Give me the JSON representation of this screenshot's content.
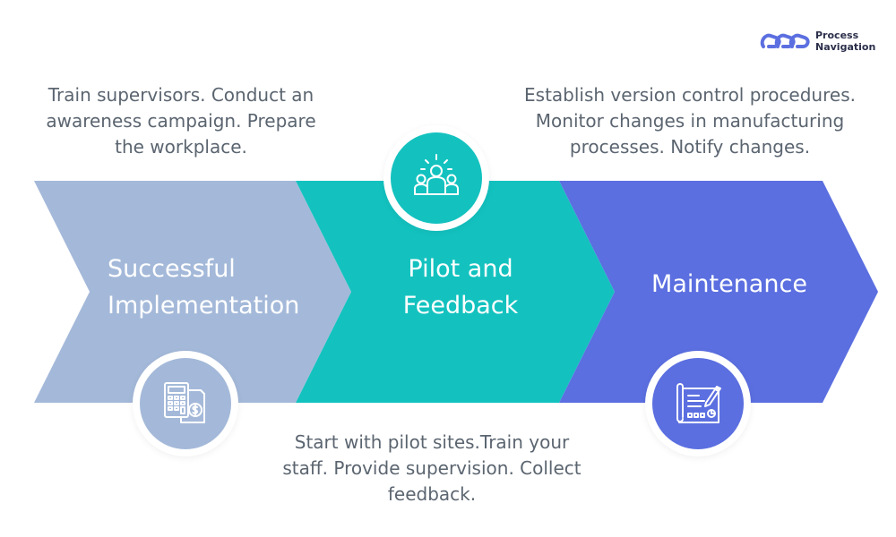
{
  "brand": {
    "line1": "Process",
    "line2": "Navigation",
    "color": "#5b6fe0"
  },
  "stages": [
    {
      "title_line1": "Successful",
      "title_line2": "Implementation",
      "description": "Train supervisors. Conduct an awareness campaign. Prepare the workplace.",
      "color": "#a4b9d9",
      "icon": "calculator-invoice-icon"
    },
    {
      "title_line1": "Pilot and",
      "title_line2": "Feedback",
      "description": "Start with pilot sites.Train your staff. Provide supervision. Collect feedback.",
      "color": "#13c2bf",
      "icon": "team-idea-icon"
    },
    {
      "title_line1": "Maintenance",
      "description": "Establish version control procedures. Monitor changes in manufacturing processes. Notify changes.",
      "color": "#5b6fe0",
      "icon": "blueprint-pencil-icon"
    }
  ]
}
